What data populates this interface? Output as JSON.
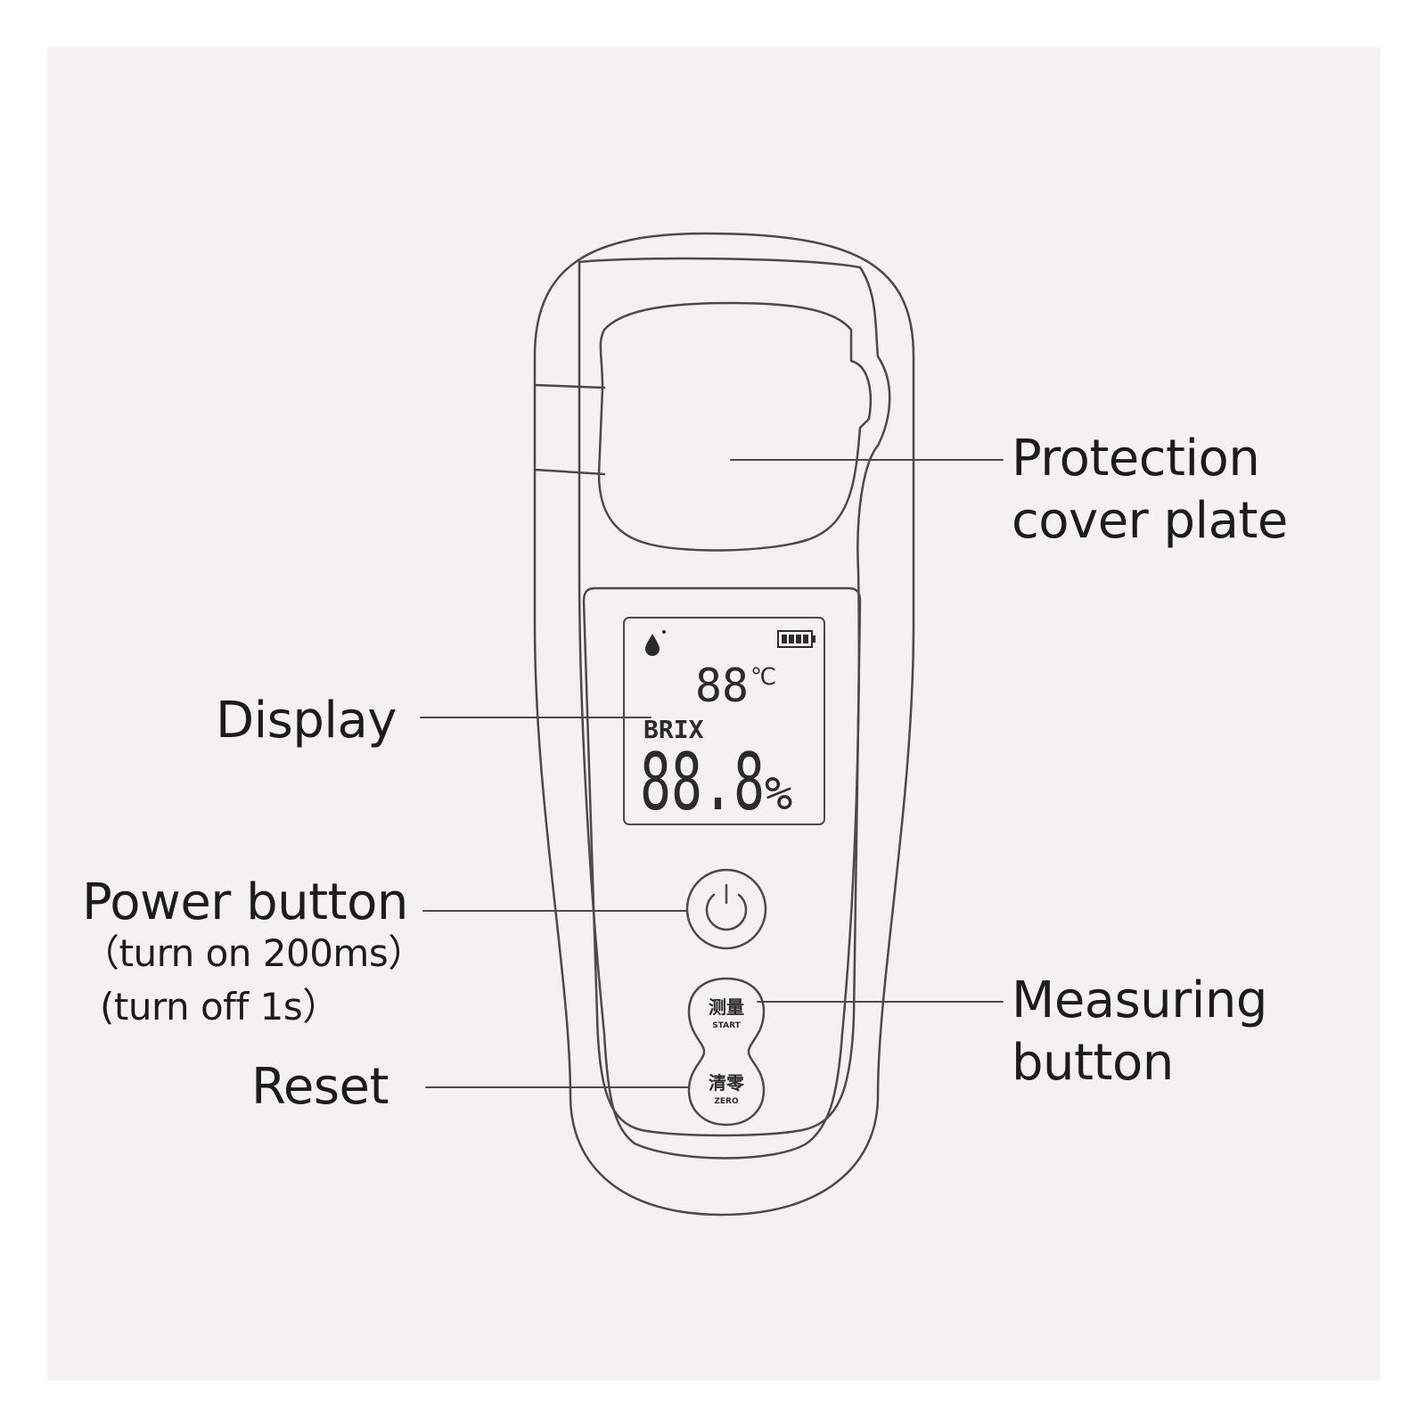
{
  "colors": {
    "background": "#f4f2f1",
    "line": "#4a4a4a",
    "text": "#1c1c1c"
  },
  "labels": {
    "protection_cover": [
      "Protection",
      "cover plate"
    ],
    "display": "Display",
    "power_button": "Power button",
    "power_note_on": "（turn on 200ms）",
    "power_note_off": "(turn off  1s）",
    "reset": "Reset",
    "measuring_button": [
      "Measuring",
      "button"
    ]
  },
  "lcd": {
    "temperature": "88",
    "temperature_unit": "℃",
    "mode": "BRIX",
    "reading": "88.8",
    "reading_unit": "%",
    "icons": [
      "drop-icon",
      "battery-icon"
    ]
  },
  "buttons": {
    "measure_cn": "测量",
    "measure_en": "START",
    "zero_cn": "清零",
    "zero_en": "ZERO"
  }
}
